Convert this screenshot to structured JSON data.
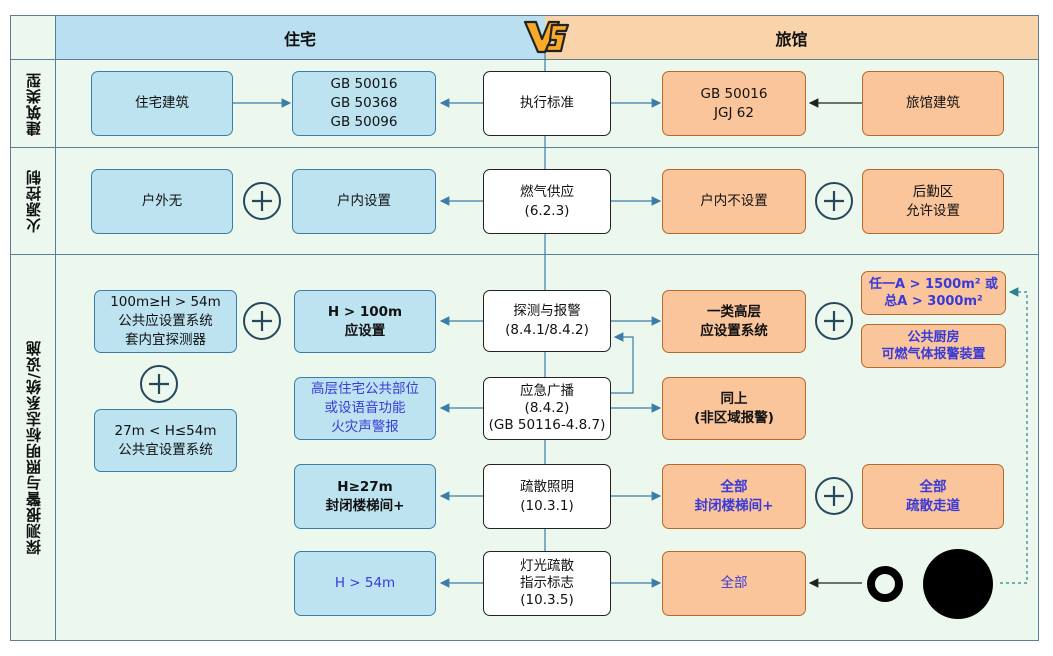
{
  "header": {
    "left": "住宅",
    "right": "旅馆",
    "vs": "VS"
  },
  "rows": {
    "r1": "建筑类型",
    "r2": "火源控制",
    "r3": "探测报警与照明标志系统/设施"
  },
  "row1": {
    "left_type": "住宅建筑",
    "left_standards": [
      "GB 50016",
      "GB 50368",
      "GB 50096"
    ],
    "center": "执行标准",
    "right_standards": [
      "GB 50016",
      "JGJ 62"
    ],
    "right_type": "旅馆建筑"
  },
  "row2": {
    "left_outdoor": "户外无",
    "left_indoor": "户内设置",
    "center": [
      "燃气供应",
      "(6.2.3)"
    ],
    "right_indoor": "户内不设置",
    "right_back": [
      "后勤区",
      "允许设置"
    ]
  },
  "row3": {
    "left_a": [
      "100m≥H > 54m",
      "公共应设置系统",
      "套内宜探测器"
    ],
    "left_b": [
      "27m < H≤54m",
      "公共宜设置系统"
    ],
    "left_c": [
      "H > 100m",
      "应设置"
    ],
    "center_a": [
      "探测与报警",
      "(8.4.1/8.4.2)"
    ],
    "right_a": [
      "一类高层",
      "应设置系统"
    ],
    "right_note1": [
      "任一A > 1500m² 或",
      "总A > 3000m²"
    ],
    "right_note2": [
      "公共厨房",
      "可燃气体报警装置"
    ],
    "left_d": [
      "高层住宅公共部位",
      "或设语音功能",
      "火灾声警报"
    ],
    "center_b": [
      "应急广播",
      "(8.4.2)",
      "(GB 50116-4.8.7)"
    ],
    "right_b": [
      "同上",
      "(非区域报警)"
    ],
    "left_e": [
      "H≥27m",
      "封闭楼梯间+"
    ],
    "center_c": [
      "疏散照明",
      "(10.3.1)"
    ],
    "right_c": [
      "全部",
      "封闭楼梯间+"
    ],
    "right_c2": [
      "全部",
      "疏散走道"
    ],
    "left_f": "H > 54m",
    "center_d": [
      "灯光疏散",
      "指示标志",
      "(10.3.5)"
    ],
    "right_d": "全部"
  },
  "colors": {
    "blue_fill": "#bde3f1",
    "orange_fill": "#fac59a",
    "frame": "#ecf7ee",
    "accent_text": "#3a3ad8"
  }
}
